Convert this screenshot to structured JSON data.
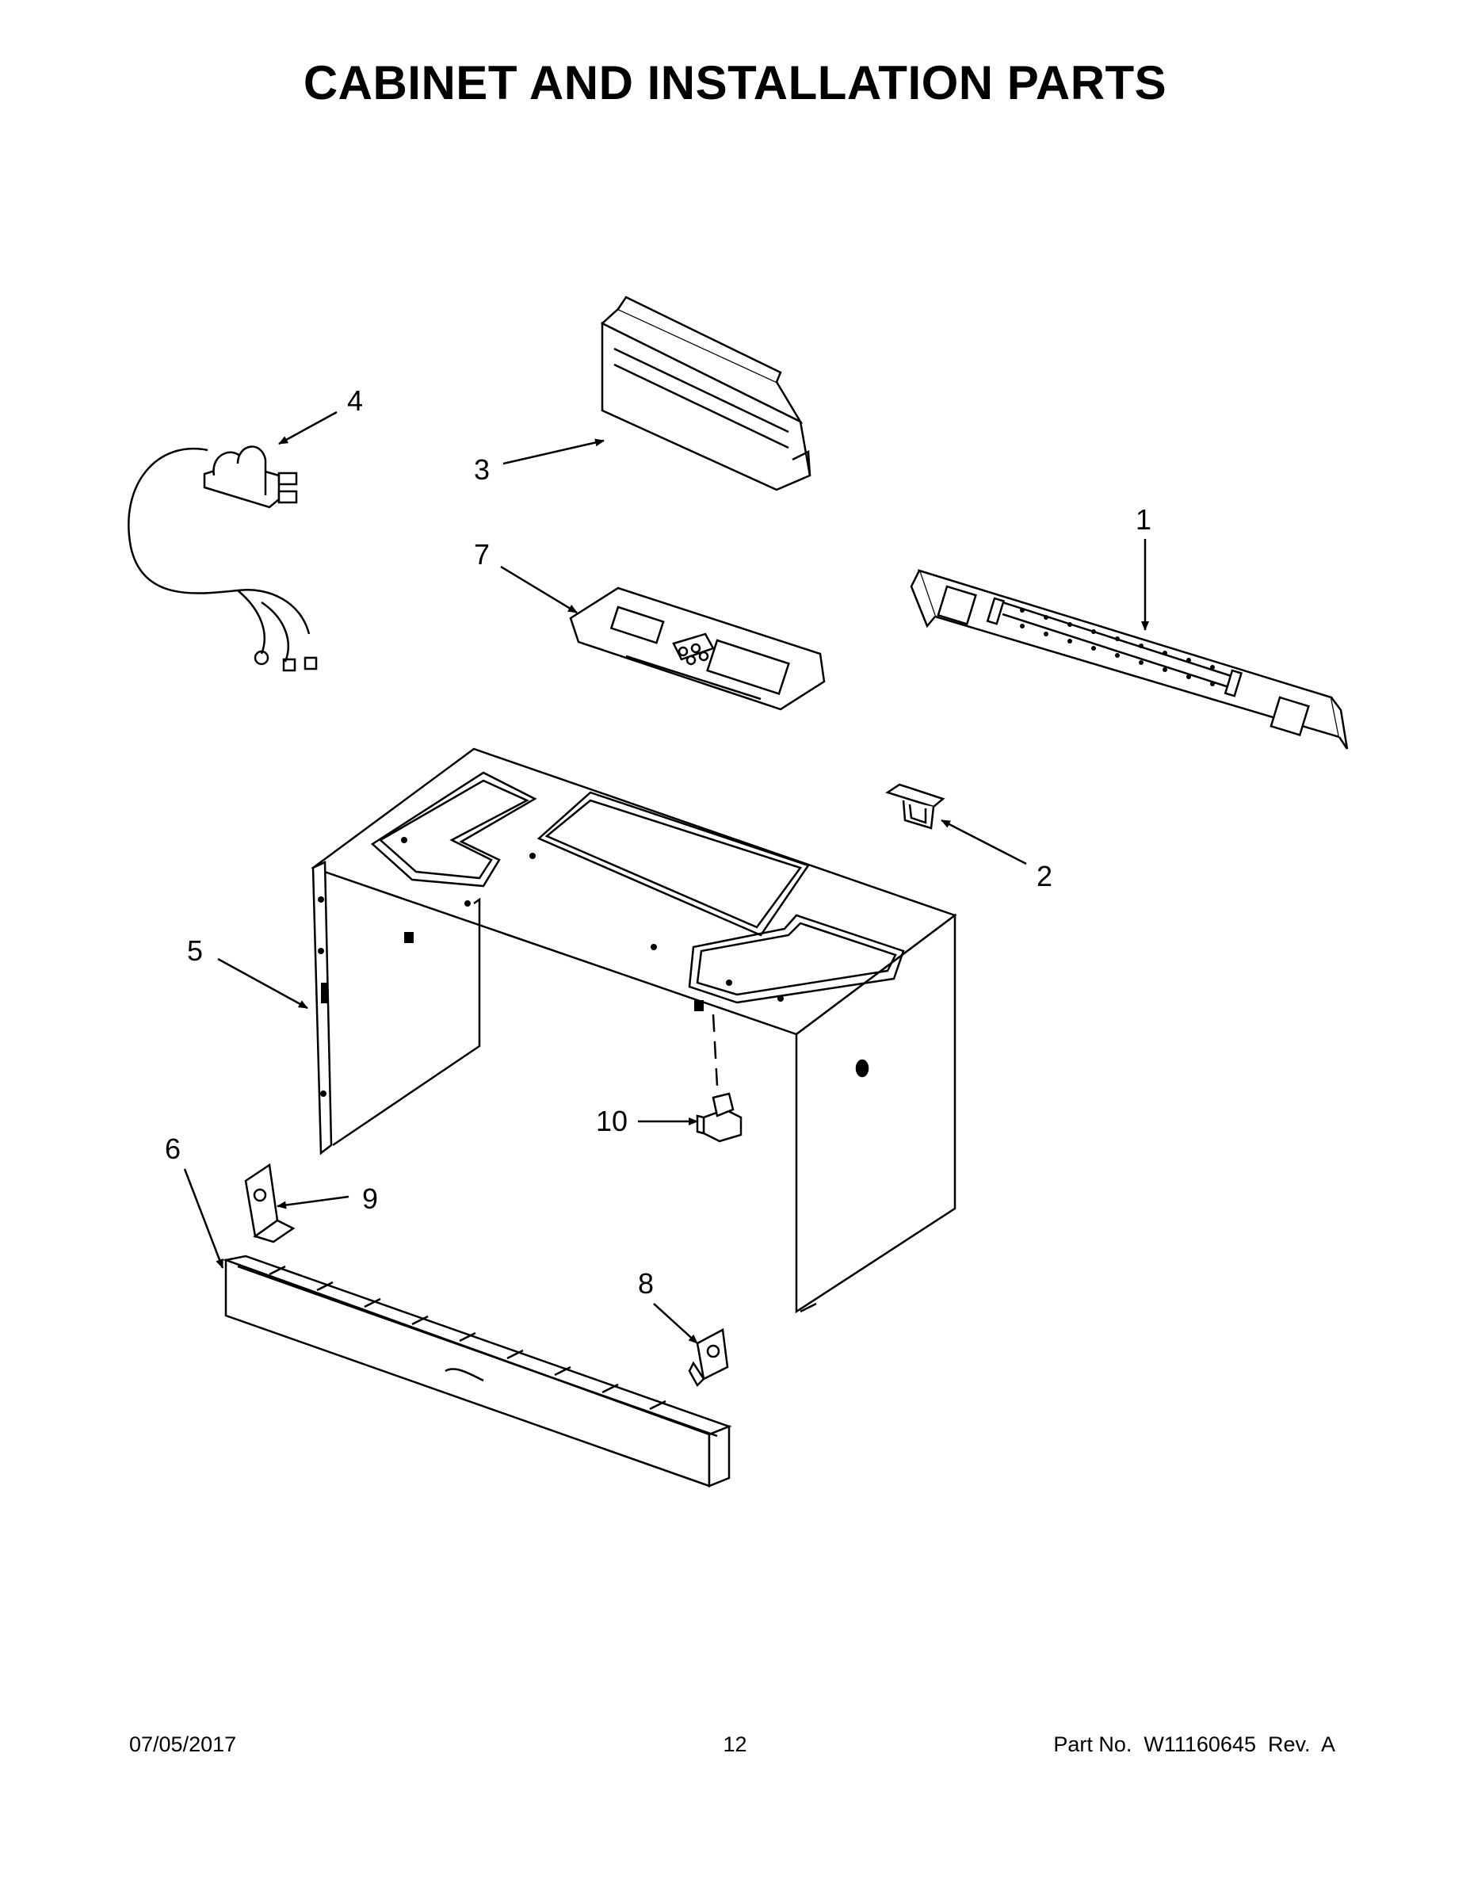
{
  "header": {
    "title": "CABINET AND INSTALLATION PARTS"
  },
  "callouts": {
    "c1": "1",
    "c2": "2",
    "c3": "3",
    "c4": "4",
    "c5": "5",
    "c6": "6",
    "c7": "7",
    "c8": "8",
    "c9": "9",
    "c10": "10"
  },
  "footer": {
    "date": "07/05/2017",
    "page": "12",
    "part": "Part No.  W11160645  Rev.  A"
  }
}
